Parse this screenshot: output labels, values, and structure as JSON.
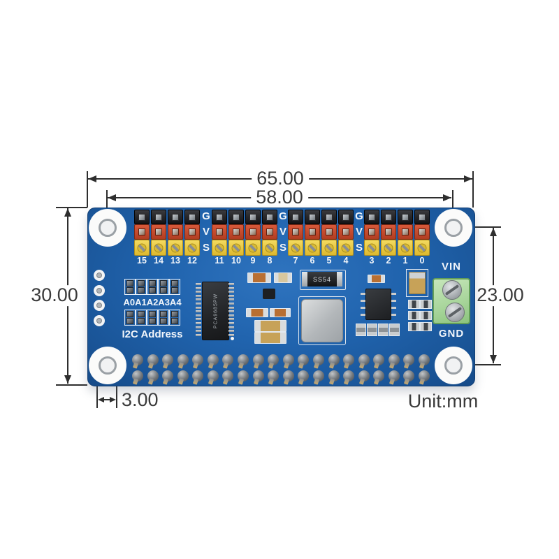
{
  "dimensions": {
    "overall_width": "65.00",
    "hole_spacing_width": "58.00",
    "overall_height": "30.00",
    "hole_spacing_height": "23.00",
    "hole_diameter": "3.00",
    "unit": "Unit:mm"
  },
  "board": {
    "row_labels": [
      "G",
      "V",
      "S"
    ],
    "channel_groups": [
      [
        "15",
        "14",
        "13",
        "12"
      ],
      [
        "11",
        "10",
        "9",
        "8"
      ],
      [
        "7",
        "6",
        "5",
        "4"
      ],
      [
        "3",
        "2",
        "1",
        "0"
      ]
    ],
    "power_labels": {
      "vin": "VIN",
      "gnd": "GND"
    },
    "i2c": {
      "jumper_label": "A0A1A2A3A4",
      "caption": "I2C Address",
      "pad_count": 5
    },
    "markings": {
      "main_ic": "PCA9685PW",
      "diode": "SS54"
    },
    "gpio": {
      "rows": 2,
      "cols": 20
    },
    "left_breakout_holes": 4,
    "colors": {
      "pcb": "#2063ad",
      "header_ground": "#202023",
      "header_power": "#c64a2b",
      "header_signal": "#eac83e",
      "terminal": "#a9d69c",
      "silkscreen": "#f2f6fb",
      "dimension_lines": "#2e2e2e"
    }
  }
}
